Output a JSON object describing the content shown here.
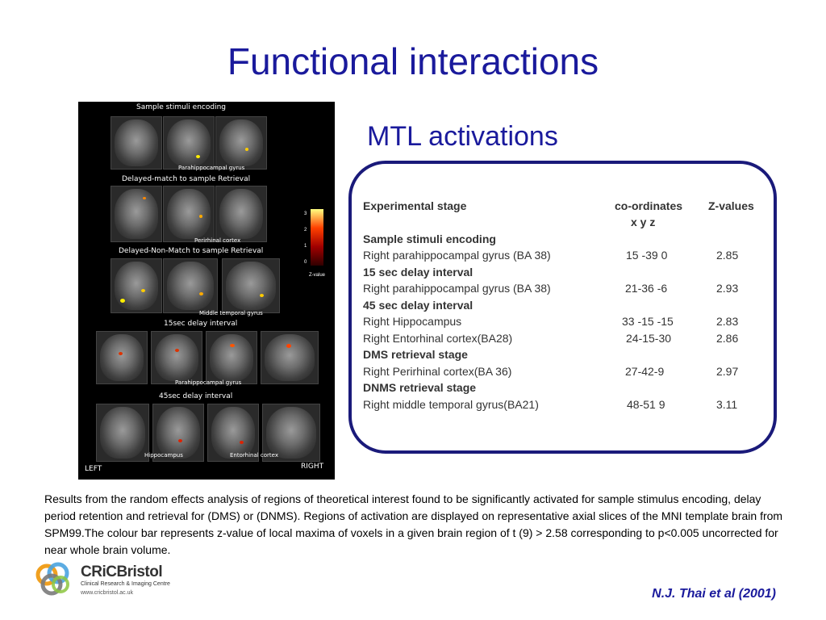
{
  "title": "Functional interactions",
  "subtitle": "MTL activations",
  "figure": {
    "sections": [
      {
        "heading": "Sample stimuli encoding",
        "annotation": "Parahippocampal  gyrus"
      },
      {
        "heading": "Delayed-match to sample Retrieval",
        "annotation": "Perirhinal cortex"
      },
      {
        "heading": "Delayed-Non-Match to sample Retrieval",
        "annotation": "Middle temporal gyrus"
      },
      {
        "heading": "15sec delay interval",
        "annotation": "Parahippocampal  gyrus"
      },
      {
        "heading": "45sec delay interval",
        "annotation_left": "Hippocampus",
        "annotation_right": "Entorhinal cortex"
      }
    ],
    "colorbar_label": "Z-value",
    "colorbar_ticks": [
      "3",
      "2",
      "1",
      "0"
    ],
    "left_label": "LEFT",
    "right_label": "RIGHT"
  },
  "table": {
    "header": {
      "stage": "Experimental stage",
      "coords": "co-ordinates",
      "coords_axes": "x   y   z",
      "zvalues": "Z-values"
    },
    "rows": [
      {
        "kind": "section",
        "label": "Sample stimuli encoding"
      },
      {
        "kind": "data",
        "label": "Right parahippocampal gyrus (BA 38)",
        "coords": "15 -39  0",
        "z": "2.85"
      },
      {
        "kind": "section",
        "label": "15 sec delay interval"
      },
      {
        "kind": "data",
        "label": "Right parahippocampal gyrus (BA 38)",
        "coords": "21-36 -6",
        "z": "2.93"
      },
      {
        "kind": "section",
        "label": "45 sec delay interval"
      },
      {
        "kind": "data",
        "label": "Right Hippocampus",
        "coords": "33 -15 -15",
        "z": "2.83"
      },
      {
        "kind": "data",
        "label": "Right Entorhinal cortex(BA28)",
        "coords": "24-15-30",
        "z": "2.86"
      },
      {
        "kind": "section",
        "label": "DMS retrieval stage"
      },
      {
        "kind": "data",
        "label": "Right Perirhinal cortex(BA 36)",
        "coords": "27-42-9",
        "z": "2.97"
      },
      {
        "kind": "section",
        "label": "DNMS retrieval stage"
      },
      {
        "kind": "data",
        "label": "Right middle temporal gyrus(BA21)",
        "coords": "48-51 9",
        "z": "3.11"
      }
    ]
  },
  "caption": "Results from the random effects analysis of regions of theoretical interest found to be significantly activated for sample stimulus encoding, delay period retention and retrieval for (DMS) or (DNMS). Regions of activation are displayed on representative axial slices of the MNI template brain from SPM99.The colour bar represents z-value of local maxima of voxels in a given brain region of t (9) > 2.58 corresponding to p<0.005 uncorrected for near whole brain volume.",
  "logo": {
    "name": "CRiCBristol",
    "subtitle": "Clinical Research & Imaging Centre",
    "url": "www.cricbristol.ac.uk"
  },
  "citation": "N.J. Thai et al (2001)"
}
